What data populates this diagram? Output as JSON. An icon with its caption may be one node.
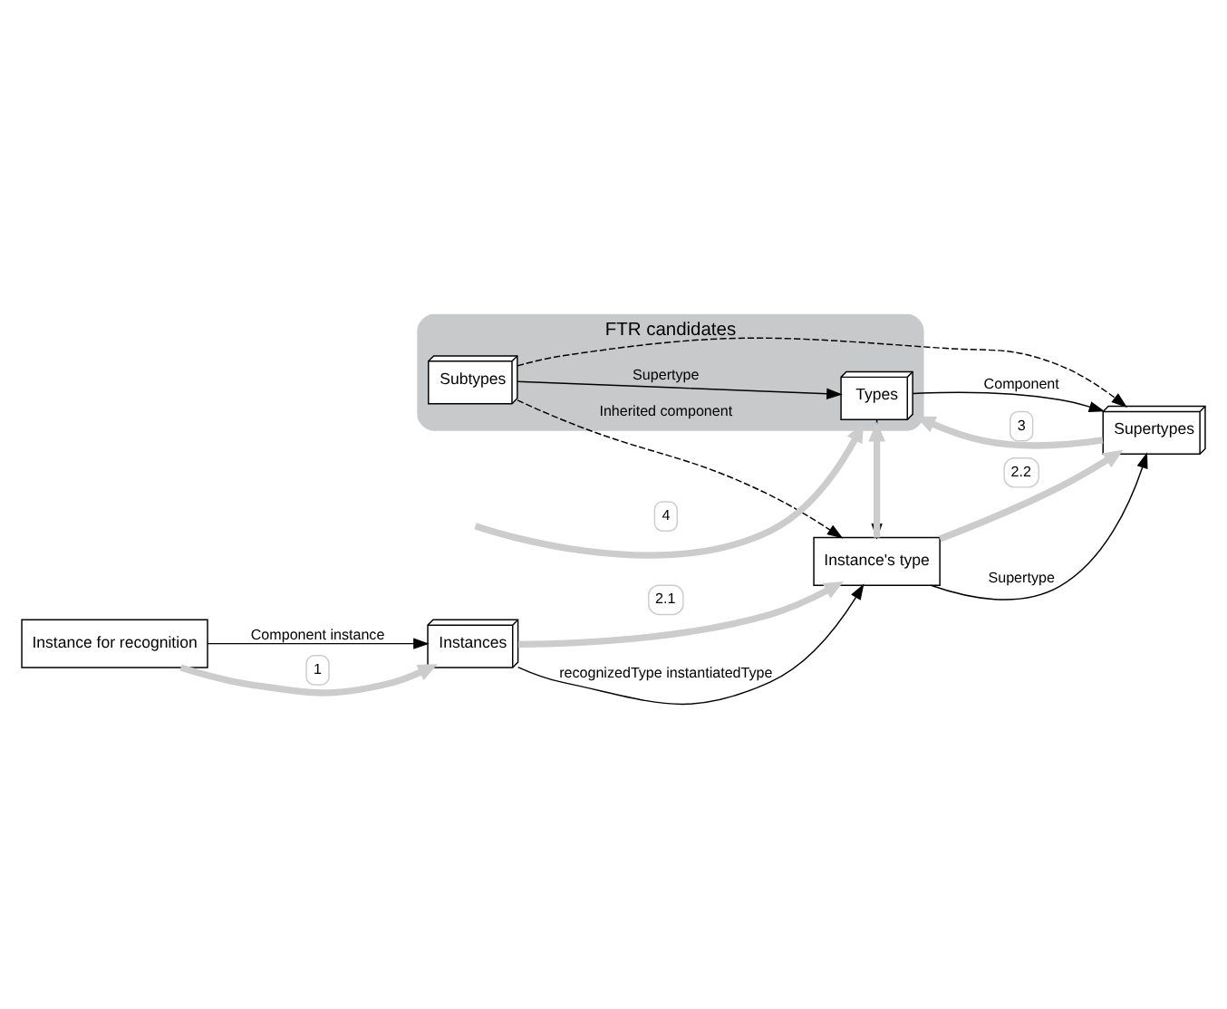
{
  "diagram": {
    "nodes": [
      {
        "text": [
          "FTR candidates"
        ]
      },
      {
        "text": [
          "Types"
        ],
        "in": 0
      },
      {
        "text": [
          "Subtypes"
        ],
        "in": 0
      },
      {
        "text": [
          "Supertypes"
        ]
      },
      {
        "text": [
          "Instance's type"
        ]
      },
      {
        "text": [
          "Instance for recognition"
        ]
      },
      {
        "text": [
          "Instances"
        ]
      }
    ],
    "edges": [
      {
        "from": 1,
        "to": 3,
        "arrow": "to",
        "label": "Component"
      },
      {
        "from": 1,
        "to": 4,
        "arrow": "to"
      },
      {
        "from": 2,
        "to": 1,
        "arrow": "to",
        "label": "Supertype"
      },
      {
        "from": 2,
        "to": 3,
        "arrow": "to",
        "style": "dashed"
      },
      {
        "from": 2,
        "to": 4,
        "arrow": "to",
        "style": "dashed",
        "label": "Inherited component"
      },
      {
        "from": 4,
        "to": 3,
        "arrow": "to",
        "label": "Supertype"
      },
      {
        "from": 6,
        "to": 4,
        "arrow": "to",
        "label": "recognizedType instantiatedType"
      },
      {
        "from": 5,
        "to": 6,
        "arrow": "to",
        "label": "Component instance"
      },
      {
        "from": 5,
        "to": 6,
        "arrow": "to",
        "style": "thick",
        "color": "#cccccc",
        "label": "1"
      },
      {
        "from": 6,
        "to": 4,
        "arrow": "to",
        "style": "thick",
        "color": "#cccccc",
        "label": "2.1"
      },
      {
        "from": 4,
        "to": 3,
        "arrow": "to",
        "style": "thick",
        "color": "#cccccc",
        "label": "2.2"
      },
      {
        "from": 3,
        "to": 0,
        "arrow": "to",
        "style": "thick",
        "color": "#cccccc",
        "label": "3"
      },
      {
        "from": 4,
        "to": 0,
        "arrow": "to",
        "style": "thick",
        "color": "#cccccc"
      },
      {
        "from": null,
        "to": 0,
        "arrow": "to",
        "style": "thick",
        "color": "#cccccc",
        "label": "4"
      }
    ]
  }
}
